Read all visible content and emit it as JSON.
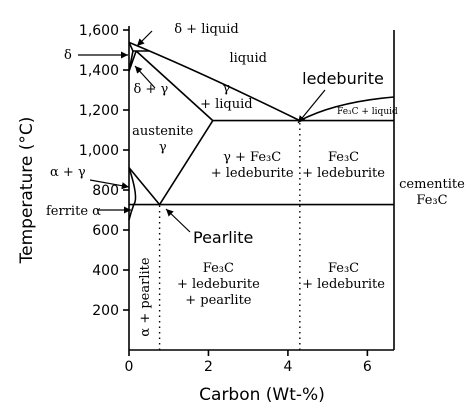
{
  "chart_data": {
    "type": "diagram",
    "xlabel": "Carbon (Wt-%)",
    "ylabel": "Temperature (°C)",
    "xlim": [
      0,
      6.67
    ],
    "ylim": [
      0,
      1600
    ],
    "x_ticks": [
      0,
      2,
      4,
      6
    ],
    "y_ticks": [
      200,
      400,
      600,
      800,
      1000,
      1200,
      1400,
      1600
    ],
    "y_tick_labels": [
      "200",
      "400",
      "600",
      "800",
      "1,000",
      "1,200",
      "1,400",
      "1,600"
    ],
    "boundaries": [
      {
        "name": "liquidus-left",
        "points": [
          [
            0,
            1538
          ],
          [
            0.5,
            1495
          ],
          [
            4.3,
            1147
          ]
        ]
      },
      {
        "name": "liquidus-right",
        "points": [
          [
            4.3,
            1147
          ],
          [
            5.0,
            1200
          ],
          [
            6.67,
            1265
          ]
        ]
      },
      {
        "name": "eutectic-line",
        "points": [
          [
            2.11,
            1147
          ],
          [
            6.67,
            1147
          ]
        ]
      },
      {
        "name": "solidus",
        "points": [
          [
            0.18,
            1495
          ],
          [
            2.11,
            1147
          ]
        ]
      },
      {
        "name": "acm-line",
        "points": [
          [
            0.77,
            727
          ],
          [
            2.11,
            1147
          ]
        ]
      },
      {
        "name": "a3-line",
        "points": [
          [
            0,
            912
          ],
          [
            0.77,
            727
          ]
        ]
      },
      {
        "name": "eutectoid-line",
        "points": [
          [
            0,
            727
          ],
          [
            6.67,
            727
          ]
        ]
      },
      {
        "name": "cementite-line",
        "points": [
          [
            6.67,
            0
          ],
          [
            6.67,
            1600
          ]
        ]
      },
      {
        "name": "delta-upper",
        "points": [
          [
            0,
            1538
          ],
          [
            0.1,
            1495
          ],
          [
            0.5,
            1495
          ]
        ]
      },
      {
        "name": "delta-lower",
        "points": [
          [
            0,
            1394
          ],
          [
            0.1,
            1495
          ]
        ]
      },
      {
        "name": "delta-gamma",
        "points": [
          [
            0,
            1394
          ],
          [
            0.18,
            1495
          ]
        ]
      },
      {
        "name": "ferrite-boundary",
        "points": [
          [
            0,
            912
          ],
          [
            0.02,
            727
          ],
          [
            0,
            650
          ]
        ]
      }
    ],
    "dotted_lines": [
      {
        "name": "eutectoid-composition",
        "x": 0.77,
        "y_from": 0,
        "y_to": 727
      },
      {
        "name": "eutectic-composition",
        "x": 4.3,
        "y_from": 0,
        "y_to": 1147
      }
    ],
    "regions": [
      {
        "key": "liquid",
        "lines": [
          "liquid"
        ],
        "x": 3.0,
        "y": 1440
      },
      {
        "key": "delta_liquid",
        "lines": [
          "δ + liquid"
        ],
        "x": 1.95,
        "y": 1585
      },
      {
        "key": "delta_gamma",
        "lines": [
          "δ + γ"
        ],
        "x": 0.55,
        "y": 1285
      },
      {
        "key": "gamma_liquid",
        "lines": [
          "γ",
          "+ liquid"
        ],
        "x": 2.45,
        "y": 1290
      },
      {
        "key": "austenite",
        "lines": [
          "austenite",
          "γ"
        ],
        "x": 0.85,
        "y": 1075
      },
      {
        "key": "gamma_fe3c_led",
        "lines": [
          "γ + Fe₃C",
          "+ ledeburite"
        ],
        "x": 3.1,
        "y": 945
      },
      {
        "key": "fe3c_led_upper",
        "lines": [
          "Fe₃C",
          "+ ledeburite"
        ],
        "x": 5.4,
        "y": 945
      },
      {
        "key": "fe3c_led_pearlite",
        "lines": [
          "Fe₃C",
          "+ ledeburite",
          "+ pearlite"
        ],
        "x": 2.25,
        "y": 390
      },
      {
        "key": "fe3c_led_lower",
        "lines": [
          "Fe₃C",
          "+ ledeburite"
        ],
        "x": 5.4,
        "y": 390
      },
      {
        "key": "alpha_pearlite",
        "lines": [
          "α + pearlite"
        ],
        "x": 0.5,
        "y": 265,
        "rotate": -90
      },
      {
        "key": "fe3c_liquid",
        "lines": [
          "Fe₃C + liquid"
        ],
        "x": 6.0,
        "y": 1180,
        "small": true
      }
    ],
    "outside_labels": [
      {
        "key": "cementite",
        "lines": [
          "cementite",
          "Fe₃C"
        ]
      },
      {
        "key": "delta",
        "text": "δ"
      },
      {
        "key": "alpha_gamma",
        "text": "α + γ"
      },
      {
        "key": "ferrite",
        "text": "ferrite α"
      }
    ],
    "callouts": [
      {
        "key": "ledeburite",
        "text": "ledeburite",
        "x": 4.3,
        "y": 1147
      },
      {
        "key": "pearlite",
        "text": "Pearlite",
        "x": 0.77,
        "y": 727
      }
    ]
  }
}
